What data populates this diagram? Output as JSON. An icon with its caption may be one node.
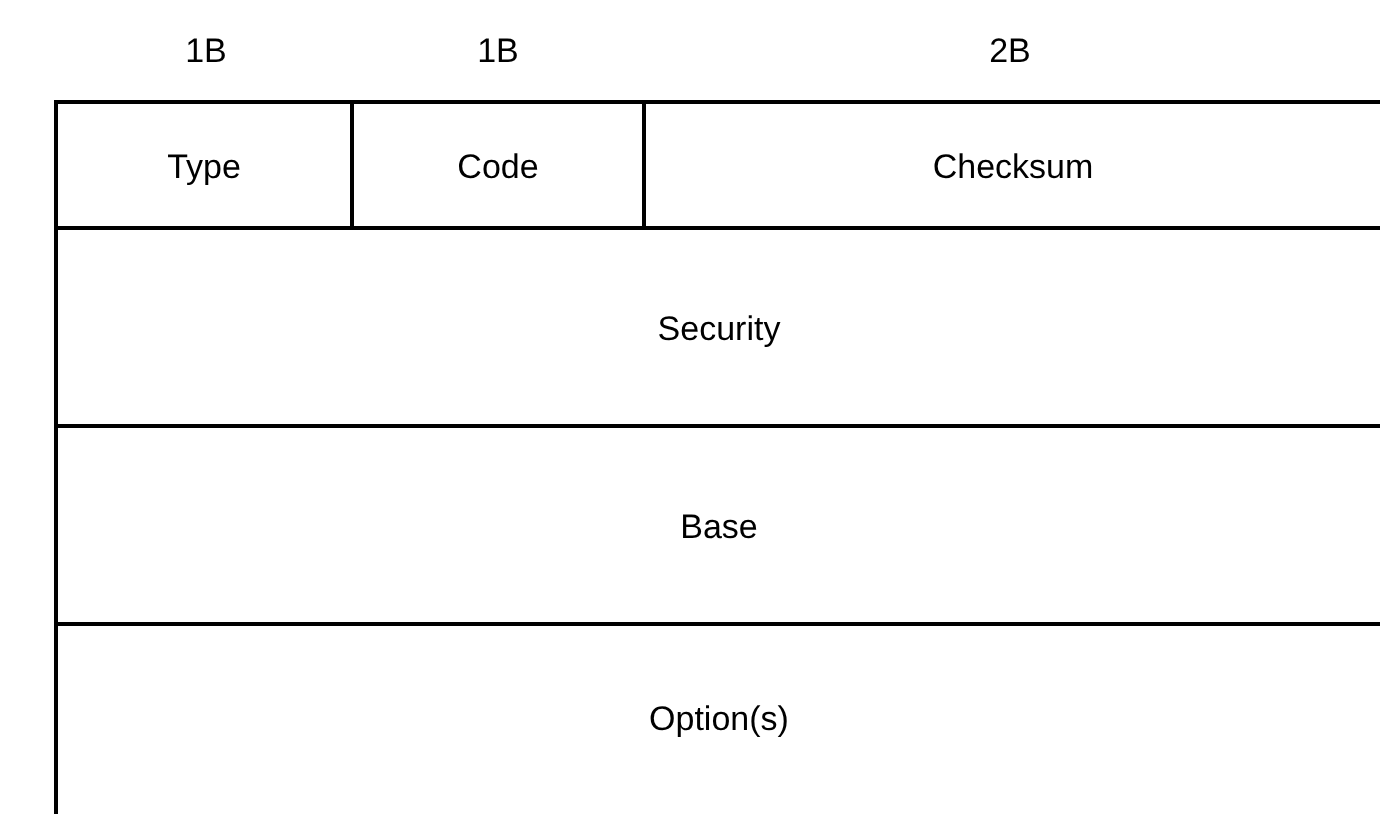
{
  "diagram": {
    "nodes": [
      {
        "text": [
          "Type"
        ]
      },
      {
        "text": [
          "Code"
        ]
      },
      {
        "text": [
          "Checksum"
        ]
      },
      {
        "text": [
          "Security"
        ]
      },
      {
        "text": [
          "Base"
        ]
      },
      {
        "text": [
          "Option(s)"
        ]
      }
    ],
    "labels": [
      "1B",
      "1B",
      "2B"
    ]
  }
}
